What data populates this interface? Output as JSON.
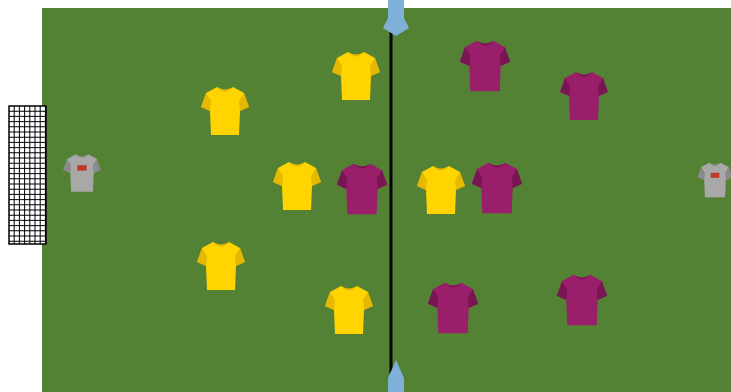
{
  "diagram": {
    "type": "football-training-setup",
    "colors": {
      "pitch": "#548235",
      "center_line": "#000000",
      "arrow": "#7fb0d8",
      "yellow_kit": "#ffd400",
      "yellow_shade": "#e6b800",
      "maroon_kit": "#9a1f6a",
      "maroon_shade": "#7a1553",
      "goalkeeper_kit": "#a8a8a8",
      "goalkeeper_shade": "#8a8a8a",
      "goal_net": "#000000"
    },
    "elements": {
      "goal": "goal-net-icon",
      "center_line": "halfway-line",
      "top_arrow": "arrow-down-icon",
      "bottom_arrow": "arrow-up-icon"
    },
    "players": [
      {
        "team": "goalkeeper",
        "icon": "jersey-icon"
      },
      {
        "team": "goalkeeper",
        "icon": "jersey-icon"
      },
      {
        "team": "yellow",
        "icon": "jersey-icon"
      },
      {
        "team": "yellow",
        "icon": "jersey-icon"
      },
      {
        "team": "yellow",
        "icon": "jersey-icon"
      },
      {
        "team": "yellow",
        "icon": "jersey-icon"
      },
      {
        "team": "yellow",
        "icon": "jersey-icon"
      },
      {
        "team": "yellow",
        "icon": "jersey-icon"
      },
      {
        "team": "maroon",
        "icon": "jersey-icon"
      },
      {
        "team": "maroon",
        "icon": "jersey-icon"
      },
      {
        "team": "maroon",
        "icon": "jersey-icon"
      },
      {
        "team": "maroon",
        "icon": "jersey-icon"
      },
      {
        "team": "maroon",
        "icon": "jersey-icon"
      },
      {
        "team": "maroon",
        "icon": "jersey-icon"
      }
    ]
  }
}
